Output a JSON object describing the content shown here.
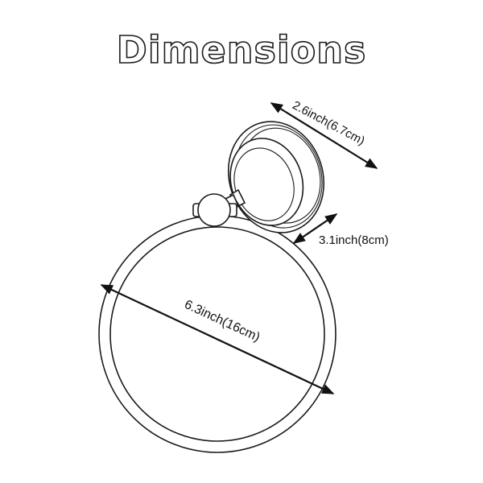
{
  "title": "Dimensions",
  "dimensions": {
    "base_diameter": "2.6inch(6.7cm)",
    "projection": "3.1inch(8cm)",
    "ring_diameter": "6.3inch(16cm)"
  },
  "colors": {
    "ink": "#1a1a1a",
    "background": "#ffffff"
  }
}
